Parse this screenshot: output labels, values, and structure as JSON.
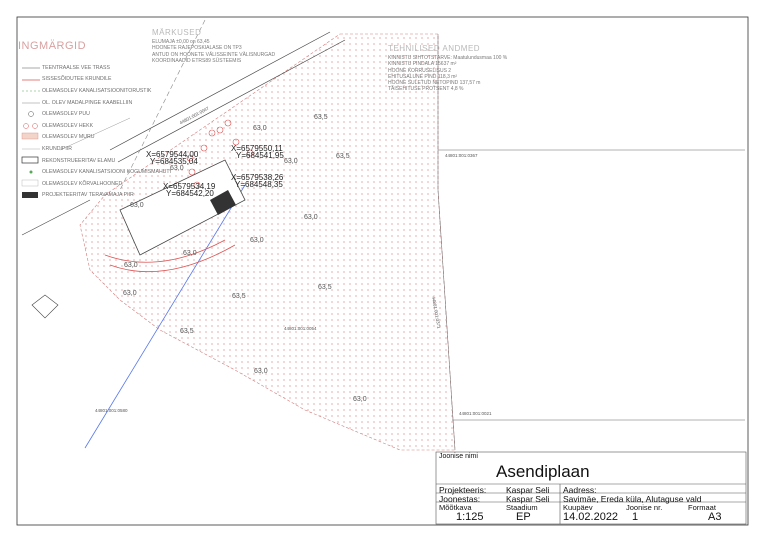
{
  "legend": {
    "title": "INGMÄRGID",
    "items": [
      {
        "label": "TEENTRAALSE VEE TRASS",
        "symbol": "dash-line-icon"
      },
      {
        "label": "SISSESÕIDUTEE KRUNDILE",
        "symbol": "red-line-icon"
      },
      {
        "label": "OLEMASOLEV KANALISATSIOONITORUSTIK",
        "symbol": "green-dash-icon"
      },
      {
        "label": "OL. OLEV MADALPINGE KAABELLIIN",
        "symbol": "gray-line-icon"
      },
      {
        "label": "OLEMASOLEV PUU",
        "symbol": "tree-icon"
      },
      {
        "label": "OLEMASOLEV HEKK",
        "symbol": "hedge-icon"
      },
      {
        "label": "OLEMASOLEV MURU",
        "symbol": "lawn-icon"
      },
      {
        "label": "KRUNDIPIIR",
        "symbol": "thin-line-icon"
      },
      {
        "label": "REKONSTRUEERITAV ELAMU",
        "symbol": "outline-box-icon"
      },
      {
        "label": "OLEMASOLEV KANALISATSIOONI KOGUMISMAHUTI",
        "symbol": "green-dot-icon"
      },
      {
        "label": "OLEMASOLEV KÕRVALHOONED",
        "symbol": "light-box-icon"
      },
      {
        "label": "PROJEKTEERITAV TERAVAMAJA PIIR",
        "symbol": "dark-box-icon"
      }
    ]
  },
  "markused": {
    "title": "MÄRKUSED",
    "lines": [
      "ELUMAJA ±0,00 on 63,45",
      "HOONETE RAJEPOSKIALASE ON TP3",
      "ANTUD ON HOONETE VÄLISSEINTE VÄLISNURGAD",
      "KOORDINAADID ETRS89 SÜSTEEMIS"
    ]
  },
  "tehnilised": {
    "title": "TEHNILISED ANDMED",
    "lines": [
      "KINNISTU SIHTOTSTARVE: Maatulundusmaa 100 %",
      "KINNISTU PINDALA        15637 m²",
      "HOONE KORRUSELISUS  2",
      "EHITUSALUNE PIND       118,3 m²",
      "HOONE SULETUD NETOPIND    137,57 m",
      "TÄISEHITUSE PROTSENT  4,8 %"
    ]
  },
  "map_labels": {
    "cadastral": [
      "44801:001:0047",
      "44801:001:0367",
      "44801:001:0054",
      "44801:001:0371",
      "44801:001:0021",
      "44801:001:0580"
    ],
    "heights": [
      "63,0",
      "63,5",
      "63,0",
      "63,5",
      "63,0",
      "63,0",
      "63,0",
      "63,0",
      "63,0",
      "63,5",
      "63,5",
      "63,0",
      "63,0",
      "63,5",
      "63,0",
      "63,0"
    ],
    "coords": [
      "X=6579544,00",
      "Y=684535,04",
      "X=6579550,11",
      "Y=684541,95",
      "X=6579534,19",
      "Y=684542,20",
      "X=6579538,26",
      "Y=684548,35"
    ]
  },
  "title_block": {
    "drawing_name_label": "Joonise nimi",
    "drawing_name": "Asendiplaan",
    "designer_label": "Projekteeris:",
    "designer": "Kaspar Seli",
    "draftsman_label": "Joonestas:",
    "draftsman": "Kaspar Seli",
    "address_label": "Aadress:",
    "address": "Savimäe, Ereda küla, Alutaguse vald",
    "scale_label": "Mõõtkava",
    "scale": "1:125",
    "stage_label": "Staadium",
    "stage": "EP",
    "date_label": "Kuupäev",
    "date": "14.02.2022",
    "sheet_no_label": "Joonise nr.",
    "sheet_no": "1",
    "format_label": "Formaat",
    "format": "A3"
  }
}
